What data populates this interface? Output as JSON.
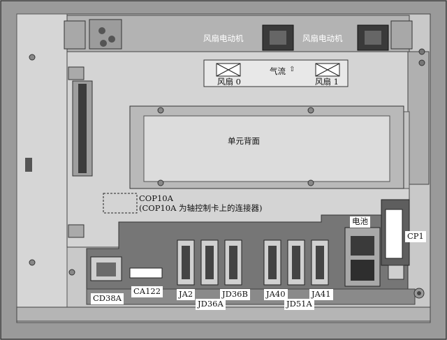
{
  "labels": {
    "fan_motor_left": "风扇电动机",
    "fan_motor_right": "风扇电动机",
    "airflow": "气流",
    "fan0": "风扇 0",
    "fan1": "风扇 1",
    "unit_back": "单元背面",
    "cop10a": "COP10A",
    "cop10a_note": "(COP10A 为轴控制卡上的连接器)",
    "battery": "电池",
    "cp1": "CP1",
    "cd38a": "CD38A",
    "ca122": "CA122",
    "ja2": "JA2",
    "jd36a": "JD36A",
    "jd36b": "JD36B",
    "ja40": "JA40",
    "jd51a": "JD51A",
    "ja41": "JA41"
  },
  "colors": {
    "panel_gray": "#8f8f8f",
    "frame_light": "#d8d8d8",
    "board_dark": "#6e6e6e"
  }
}
